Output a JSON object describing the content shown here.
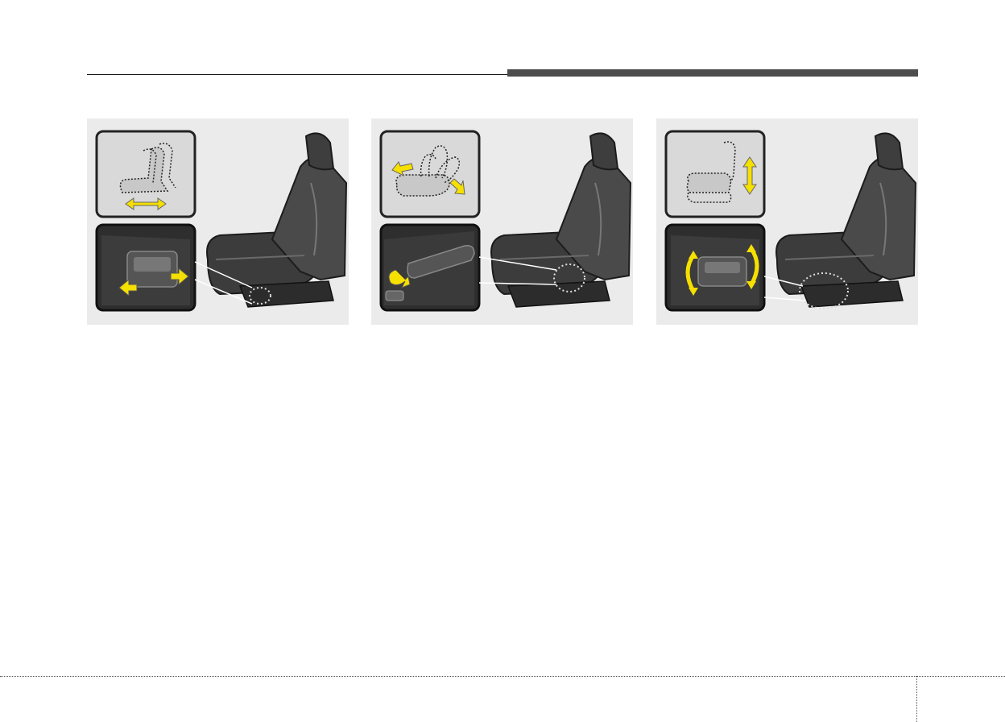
{
  "colors": {
    "panel_background": "#ebebeb",
    "arrow_yellow": "#f5e000",
    "seat_dark": "#3a3a3a",
    "seat_mid": "#5a5a5a",
    "inset_dark": "#2e2e2e",
    "header_bar": "#4d4d4d"
  },
  "figures": [
    {
      "id": "seat-forward-backward",
      "icon_top": "seat-slide-outline-icon",
      "icon_bottom": "slide-switch-closeup-icon",
      "arrows": "horizontal-double-arrow-icon"
    },
    {
      "id": "seatback-recline",
      "icon_top": "seat-recline-outline-icon",
      "icon_bottom": "recline-lever-closeup-icon",
      "arrows": "recline-arrows-icon"
    },
    {
      "id": "seat-height",
      "icon_top": "seat-height-outline-icon",
      "icon_bottom": "height-switch-closeup-icon",
      "arrows": "vertical-double-arrow-icon"
    }
  ]
}
